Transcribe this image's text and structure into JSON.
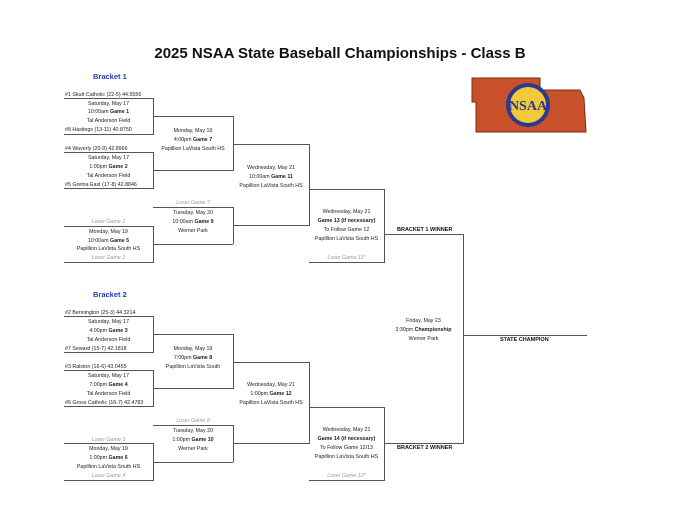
{
  "title": "2025 NSAA State Baseball Championships - Class B",
  "logo": {
    "icon": "nsaa-state-logo",
    "text": "NSAA",
    "colors": {
      "state": "#c8512b",
      "circle": "#f3c93c",
      "ring": "#2b3a8f"
    }
  },
  "bracket1": {
    "label": "Bracket 1",
    "team1": "#1 Skutt Catholic (22-5) 44.5556",
    "game1": {
      "date": "Saturday, May 17",
      "time": "10:00am",
      "game": "Game 1",
      "site": "Tal Anderson Field"
    },
    "team8": "#8 Hastings (13-11) 40.8750",
    "team4": "#4 Waverly (20-9) 42.8966",
    "game2": {
      "date": "Saturday, May 17",
      "time": "1:00pm",
      "game": "Game 2",
      "site": "Tal Anderson Field"
    },
    "team5": "#5 Gretna East (17-8) 42.8846",
    "game7": {
      "date": "Monday, May 19",
      "time": "4:00pm",
      "game": "Game 7",
      "site": "Papillion LaVista South HS"
    },
    "game11": {
      "date": "Wednesday, May 21",
      "time": "10:00am",
      "game": "Game 11",
      "site": "Papillion LaVista South HS"
    },
    "loser7": "Loser Game 7",
    "game9": {
      "date": "Tuesday, May 20",
      "time": "10:00am",
      "game": "Game 9",
      "site": "Werner Park"
    },
    "loser1": "Loser Game 1",
    "game5": {
      "date": "Monday, May 19",
      "time": "10:00am",
      "game": "Game 5",
      "site": "Papillion LaVista South HS"
    },
    "loser2": "Loser Game 2",
    "game13": {
      "date": "Wednesday, May 21",
      "game": "Game 13 (if necessary)",
      "note": "To Follow Game 12",
      "site": "Papillion LaVista South HS"
    },
    "loser11": "Loser Game 11*",
    "winner": "BRACKET 1 WINNER"
  },
  "bracket2": {
    "label": "Bracket 2",
    "team2": "#2 Bennington (25-3) 44.3214",
    "game3": {
      "date": "Saturday, May 17",
      "time": "4:00pm",
      "game": "Game 3",
      "site": "Tal Anderson Field"
    },
    "team7": "#7 Seward (15-7) 42.1818",
    "team3": "#3 Ralston (16-6) 43.0455",
    "game4": {
      "date": "Saturday, May 17",
      "time": "7:00pm",
      "game": "Game 4",
      "site": "Tal Anderson Field"
    },
    "team6": "#6 Gross Catholic (16-7) 42.4783",
    "game8": {
      "date": "Monday, May 19",
      "time": "7:00pm",
      "game": "Game 8",
      "site": "Papillion LaVista South"
    },
    "game12": {
      "date": "Wednesday, May 21",
      "time": "1:00pm",
      "game": "Game 12",
      "site": "Papillion LaVista South HS"
    },
    "loser8": "Loser Game 8",
    "game10": {
      "date": "Tuesday, May 20",
      "time": "1:00pm",
      "game": "Game 10",
      "site": "Werner Park"
    },
    "loser3": "Loser Game 3",
    "game6": {
      "date": "Monday, May 19",
      "time": "1:00pm",
      "game": "Game 6",
      "site": "Papillion LaVista South HS"
    },
    "loser4": "Loser Game 4",
    "game14": {
      "date": "Wednesday, May 21",
      "game": "Game 14 (if necessary)",
      "note": "To Follow Game 12/13",
      "site": "Papillion LaVista South HS"
    },
    "loser12": "Loser Game 12*",
    "winner": "BRACKET 2 WINNER"
  },
  "championship": {
    "date": "Friday, May 23",
    "time": "3:30pm",
    "game": "Championship",
    "site": "Werner Park"
  },
  "champion": "STATE CHAMPION"
}
